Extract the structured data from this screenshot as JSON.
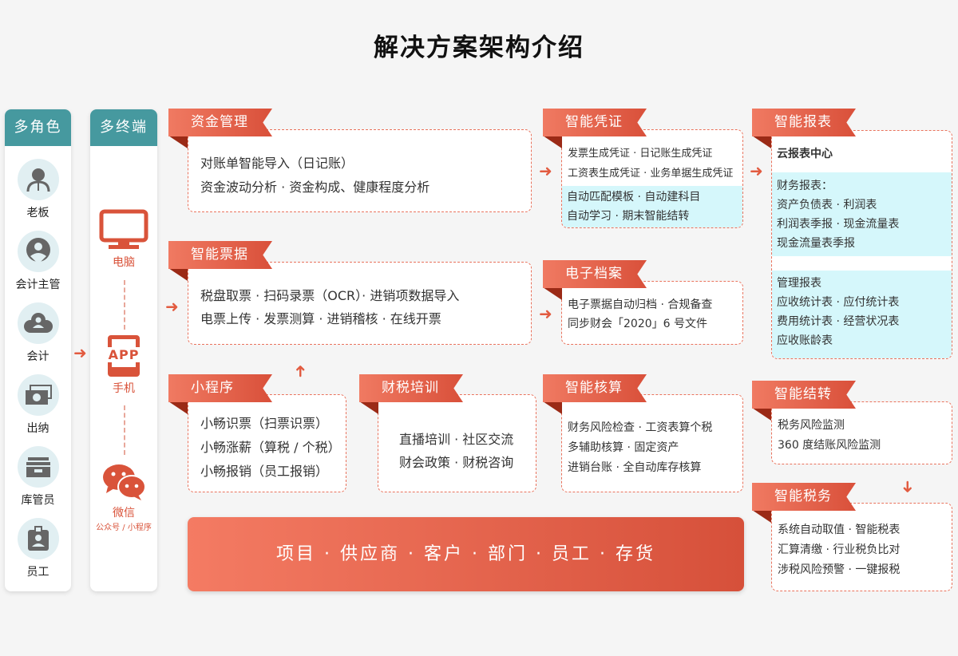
{
  "title": "解决方案架构介绍",
  "roles": {
    "header": "多角色",
    "items": [
      {
        "label": "老板",
        "icon": "boss-icon"
      },
      {
        "label": "会计主管",
        "icon": "accounting-supervisor-icon"
      },
      {
        "label": "会计",
        "icon": "accountant-icon"
      },
      {
        "label": "出纳",
        "icon": "cashier-money-icon"
      },
      {
        "label": "库管员",
        "icon": "warehouse-box-icon"
      },
      {
        "label": "员工",
        "icon": "employee-badge-icon"
      }
    ]
  },
  "terminals": {
    "header": "多终端",
    "items": [
      {
        "label": "电脑",
        "icon": "computer-monitor-icon"
      },
      {
        "label": "手机",
        "icon": "phone-app-icon",
        "icon_text": "APP"
      },
      {
        "label": "微信",
        "sublabel": "公众号 / 小程序",
        "icon": "wechat-icon"
      }
    ]
  },
  "cards": [
    {
      "id": "fund",
      "title": "资金管理",
      "lines": [
        "对账单智能导入（日记账）",
        "资金波动分析 · 资金构成、健康程度分析"
      ]
    },
    {
      "id": "invoice",
      "title": "智能票据",
      "lines": [
        "税盘取票 · 扫码录票（OCR）· 进销项数据导入",
        "电票上传 · 发票测算 · 进销稽核 · 在线开票"
      ]
    },
    {
      "id": "miniapp",
      "title": "小程序",
      "lines": [
        "小畅识票（扫票识票）",
        "小畅涨薪（算税 / 个税）",
        "小畅报销（员工报销）"
      ]
    },
    {
      "id": "training",
      "title": "财税培训",
      "lines": [
        "直播培训 · 社区交流",
        "财会政策 · 财税咨询"
      ]
    },
    {
      "id": "voucher",
      "title": "智能凭证",
      "lines": [
        "发票生成凭证 · 日记账生成凭证",
        "工资表生成凭证 · 业务单据生成凭证"
      ],
      "highlight": [
        "自动匹配模板 · 自动建科目",
        "自动学习 · 期末智能结转"
      ]
    },
    {
      "id": "archive",
      "title": "电子档案",
      "lines": [
        "电子票据自动归档 · 合规备查",
        "同步财会「2020」6 号文件"
      ]
    },
    {
      "id": "accounting",
      "title": "智能核算",
      "lines": [
        "财务风险检查 · 工资表算个税",
        "多辅助核算 · 固定资产",
        "进销台账 · 全自动库存核算"
      ]
    },
    {
      "id": "report",
      "title": "智能报表",
      "center": "云报表中心",
      "financial": {
        "heading": "财务报表：",
        "lines": [
          "资产负债表 · 利润表",
          "利润表季报 · 现金流量表",
          "现金流量表季报"
        ]
      },
      "management": {
        "heading": "管理报表",
        "lines": [
          "应收统计表 · 应付统计表",
          "费用统计表 · 经营状况表",
          "应收账龄表"
        ]
      }
    },
    {
      "id": "carryover",
      "title": "智能结转",
      "lines": [
        "税务风险监测",
        "360 度结账风险监测"
      ]
    },
    {
      "id": "tax",
      "title": "智能税务",
      "lines": [
        "系统自动取值 · 智能税表",
        "汇算清缴 · 行业税负比对",
        "涉税风险预警 · 一键报税"
      ]
    }
  ],
  "master_data": "项目 · 供应商 · 客户 · 部门 · 员工 · 存货",
  "colors": {
    "accent": "#e25b40",
    "teal": "#46999f",
    "highlight": "#d5f7fb"
  }
}
